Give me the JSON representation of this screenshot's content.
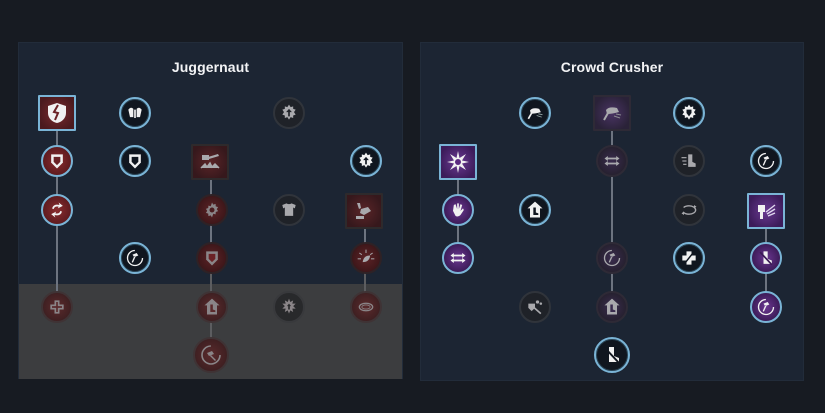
{
  "colors": {
    "page_bg": "#171b22",
    "panel_bg": "#1c2533",
    "locked_overlay": "#3c3d3f",
    "active_border": "#7ab4d6",
    "connector": "#6d7480",
    "juggernaut_accent": "#8a2c2e",
    "crowd_crusher_accent": "#6a3690",
    "title_text": "#f2f3f5"
  },
  "trees": [
    {
      "title": "Juggernaut",
      "theme": "red",
      "locked_from_row": 5,
      "nodes": [
        {
          "id": "j1",
          "row": 1,
          "col": 1,
          "shape": "square",
          "state": "active",
          "icon": "broken-shield-icon"
        },
        {
          "id": "j2",
          "row": 1,
          "col": 2,
          "shape": "circle",
          "state": "active",
          "icon": "armor-pauldrons-icon"
        },
        {
          "id": "j3",
          "row": 1,
          "col": 4,
          "shape": "circle",
          "state": "inactive",
          "icon": "gear-arrow-up-icon"
        },
        {
          "id": "j4",
          "row": 2,
          "col": 1,
          "shape": "circle",
          "state": "active",
          "icon": "shield-down-arrow-icon"
        },
        {
          "id": "j5",
          "row": 2,
          "col": 2,
          "shape": "circle",
          "state": "active",
          "icon": "shield-down-arrow-icon"
        },
        {
          "id": "j6",
          "row": 2,
          "col": 3,
          "shape": "square",
          "state": "inactive",
          "icon": "hammer-ground-slam-icon"
        },
        {
          "id": "j7",
          "row": 2,
          "col": 5,
          "shape": "circle",
          "state": "active",
          "icon": "gear-arrow-up-icon"
        },
        {
          "id": "j8",
          "row": 3,
          "col": 1,
          "shape": "circle",
          "state": "active",
          "icon": "shield-swap-arrows-icon"
        },
        {
          "id": "j9",
          "row": 3,
          "col": 3,
          "shape": "circle",
          "state": "inactive",
          "icon": "gear-icon"
        },
        {
          "id": "j10",
          "row": 3,
          "col": 4,
          "shape": "circle",
          "state": "inactive",
          "icon": "chest-armor-icon"
        },
        {
          "id": "j11",
          "row": 3,
          "col": 5,
          "shape": "square",
          "state": "inactive",
          "icon": "fist-hammer-icon"
        },
        {
          "id": "j12",
          "row": 4,
          "col": 2,
          "shape": "circle",
          "state": "active",
          "icon": "hammer-cooldown-icon"
        },
        {
          "id": "j13",
          "row": 4,
          "col": 3,
          "shape": "circle",
          "state": "inactive",
          "icon": "shield-badge-icon"
        },
        {
          "id": "j14",
          "row": 4,
          "col": 5,
          "shape": "circle",
          "state": "inactive",
          "icon": "burst-leaf-icon"
        },
        {
          "id": "j15",
          "row": 5,
          "col": 1,
          "shape": "circle",
          "state": "locked",
          "icon": "health-cross-icon"
        },
        {
          "id": "j16",
          "row": 5,
          "col": 3,
          "shape": "circle",
          "state": "locked",
          "icon": "boot-house-icon"
        },
        {
          "id": "j17",
          "row": 5,
          "col": 4,
          "shape": "circle",
          "state": "locked",
          "icon": "burst-arrow-up-icon"
        },
        {
          "id": "j18",
          "row": 5,
          "col": 5,
          "shape": "circle",
          "state": "locked",
          "icon": "ring-aura-icon"
        },
        {
          "id": "j19",
          "row": 6,
          "col": 3,
          "shape": "big-circle",
          "state": "locked",
          "icon": "hammer-cooldown-icon"
        }
      ],
      "links": [
        [
          "j1",
          "j4"
        ],
        [
          "j4",
          "j8"
        ],
        [
          "j8",
          "j15"
        ],
        [
          "j6",
          "j9"
        ],
        [
          "j9",
          "j13"
        ],
        [
          "j13",
          "j16"
        ],
        [
          "j16",
          "j19"
        ],
        [
          "j11",
          "j14"
        ],
        [
          "j14",
          "j18"
        ]
      ]
    },
    {
      "title": "Crowd Crusher",
      "theme": "purple",
      "nodes": [
        {
          "id": "c1",
          "row": 1,
          "col": 2,
          "shape": "circle",
          "state": "active",
          "icon": "shield-bash-icon"
        },
        {
          "id": "c2",
          "row": 1,
          "col": 3,
          "shape": "square",
          "state": "inactive",
          "icon": "shield-bash-icon"
        },
        {
          "id": "c3",
          "row": 1,
          "col": 4,
          "shape": "circle",
          "state": "active",
          "icon": "gear-shield-icon"
        },
        {
          "id": "c4",
          "row": 2,
          "col": 1,
          "shape": "square",
          "state": "active",
          "icon": "impact-burst-icon"
        },
        {
          "id": "c5",
          "row": 2,
          "col": 3,
          "shape": "circle",
          "state": "inactive",
          "icon": "knockback-arrows-icon"
        },
        {
          "id": "c6",
          "row": 2,
          "col": 4,
          "shape": "circle",
          "state": "inactive",
          "icon": "boot-speed-icon"
        },
        {
          "id": "c7",
          "row": 2,
          "col": 5,
          "shape": "circle",
          "state": "active",
          "icon": "hammer-cooldown-icon"
        },
        {
          "id": "c8",
          "row": 3,
          "col": 1,
          "shape": "circle",
          "state": "active",
          "icon": "hand-push-icon"
        },
        {
          "id": "c9",
          "row": 3,
          "col": 2,
          "shape": "circle",
          "state": "active",
          "icon": "boot-house-icon"
        },
        {
          "id": "c10",
          "row": 3,
          "col": 4,
          "shape": "circle",
          "state": "inactive",
          "icon": "orbit-arrows-icon"
        },
        {
          "id": "c11",
          "row": 3,
          "col": 5,
          "shape": "square",
          "state": "active",
          "icon": "hammer-swing-icon"
        },
        {
          "id": "c12",
          "row": 4,
          "col": 1,
          "shape": "circle",
          "state": "active",
          "icon": "knockback-arrows-icon"
        },
        {
          "id": "c13",
          "row": 4,
          "col": 3,
          "shape": "circle",
          "state": "inactive",
          "icon": "hammer-cooldown-icon"
        },
        {
          "id": "c14",
          "row": 4,
          "col": 4,
          "shape": "circle",
          "state": "active",
          "icon": "health-cross-slash-icon"
        },
        {
          "id": "c15",
          "row": 4,
          "col": 5,
          "shape": "circle",
          "state": "active",
          "icon": "no-boot-icon"
        },
        {
          "id": "c16",
          "row": 5,
          "col": 2,
          "shape": "circle",
          "state": "inactive",
          "icon": "shield-smash-icon"
        },
        {
          "id": "c17",
          "row": 5,
          "col": 3,
          "shape": "circle",
          "state": "inactive",
          "icon": "boot-house-icon"
        },
        {
          "id": "c18",
          "row": 5,
          "col": 5,
          "shape": "circle",
          "state": "active",
          "icon": "hammer-cooldown-icon"
        },
        {
          "id": "c19",
          "row": 6,
          "col": 3,
          "shape": "big-circle",
          "state": "active",
          "icon": "no-boot-icon"
        }
      ],
      "links": [
        [
          "c2",
          "c5"
        ],
        [
          "c5",
          "c13"
        ],
        [
          "c13",
          "c17"
        ],
        [
          "c4",
          "c8"
        ],
        [
          "c8",
          "c12"
        ],
        [
          "c11",
          "c15"
        ],
        [
          "c15",
          "c18"
        ]
      ]
    }
  ]
}
